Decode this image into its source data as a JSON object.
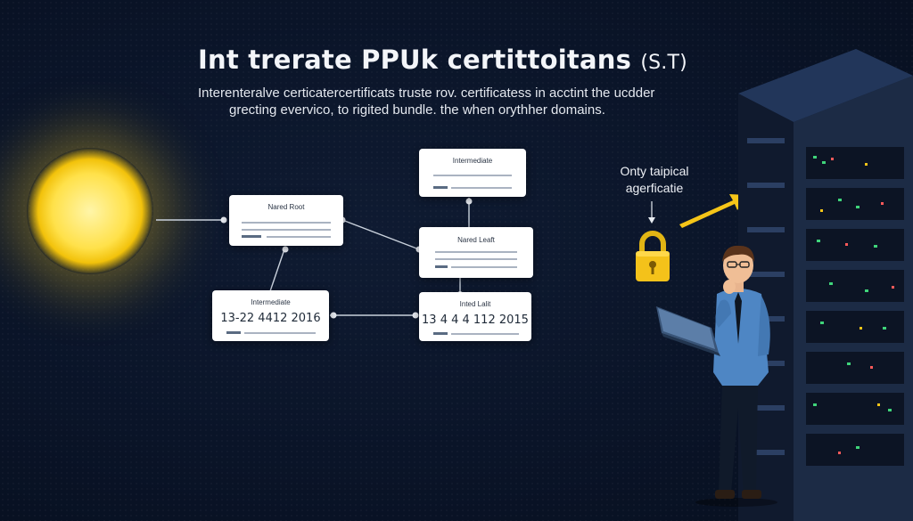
{
  "header": {
    "title": "Int trerate PPUk  certittoitans",
    "title_suffix": "(S.T)",
    "subtitle_line1": "Interenteralve certicatercertificats truste rov. certificatess in acctint the ucdder",
    "subtitle_line2": "grecting evervico, to rigited bundle. the when orythher domains."
  },
  "diagram": {
    "nodes": [
      {
        "id": "root",
        "label": "Nared Root",
        "value": ""
      },
      {
        "id": "intermediate-top",
        "label": "Intermediate",
        "value": ""
      },
      {
        "id": "leaf-top",
        "label": "Nared Leaft",
        "value": ""
      },
      {
        "id": "intermediate-bottom",
        "label": "Intermediate",
        "value": "13-22 4412 2016"
      },
      {
        "id": "leaf-bottom",
        "label": "Inted Lalit",
        "value": "13 4 4 4 112 2015"
      }
    ],
    "annotation": {
      "line1": "Onty taipical",
      "line2": "agerficatie"
    }
  },
  "colors": {
    "background": "#0a1428",
    "node_fill": "#ffffff",
    "connector": "#c9d1dc",
    "sun": "#ffe14a",
    "lock": "#f4c21a",
    "arrow": "#f5c518",
    "rack": "#1c2b45"
  }
}
